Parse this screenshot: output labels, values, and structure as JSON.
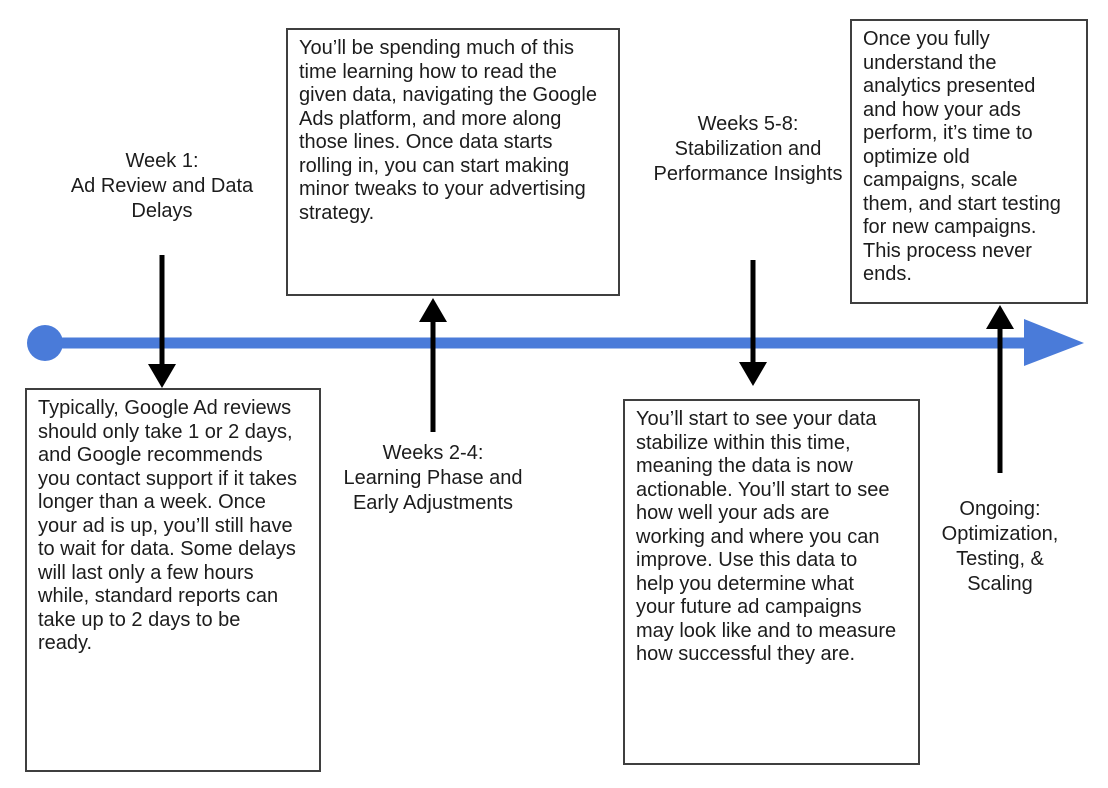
{
  "colors": {
    "timeline": "#4A7BD9",
    "arrow": "#000000",
    "box_border": "#3F3F3F",
    "text": "#1C1C1C"
  },
  "timeline": {
    "milestones": [
      {
        "id": "week-1",
        "arrow_direction": "down",
        "label": "Week 1:\nAd Review and Data\nDelays",
        "description": "Typically, Google Ad reviews\nshould only take 1 or 2 days,\nand Google recommends\nyou contact support if it takes\nlonger than a week. Once\nyour ad is up, you’ll still have\nto wait for data. Some delays\nwill last only a few hours\nwhile, standard reports can\ntake up to 2 days to be\nready."
      },
      {
        "id": "weeks-2-4",
        "arrow_direction": "up",
        "label": "Weeks 2-4:\nLearning Phase and\nEarly Adjustments",
        "description": "You’ll be spending much of this\ntime learning how to read the\ngiven data, navigating the Google\nAds platform, and more along\nthose lines. Once data starts\nrolling in, you can start making\nminor tweaks to your advertising\nstrategy."
      },
      {
        "id": "weeks-5-8",
        "arrow_direction": "down",
        "label": "Weeks 5-8:\nStabilization and\nPerformance Insights",
        "description": "You’ll start to see your data\nstabilize within this time,\nmeaning the data is now\nactionable. You’ll start to see\nhow well your ads are\nworking and where you can\nimprove. Use this data to\nhelp you determine what\nyour future ad campaigns\nmay look like and to measure\nhow successful they are."
      },
      {
        "id": "ongoing",
        "arrow_direction": "up",
        "label": "Ongoing:\nOptimization,\nTesting, &\nScaling",
        "description": "Once you fully\nunderstand the\nanalytics presented\nand how your ads\nperform, it’s time to\noptimize old\ncampaigns, scale\nthem, and start testing\nfor new campaigns.\nThis process never\nends."
      }
    ]
  }
}
